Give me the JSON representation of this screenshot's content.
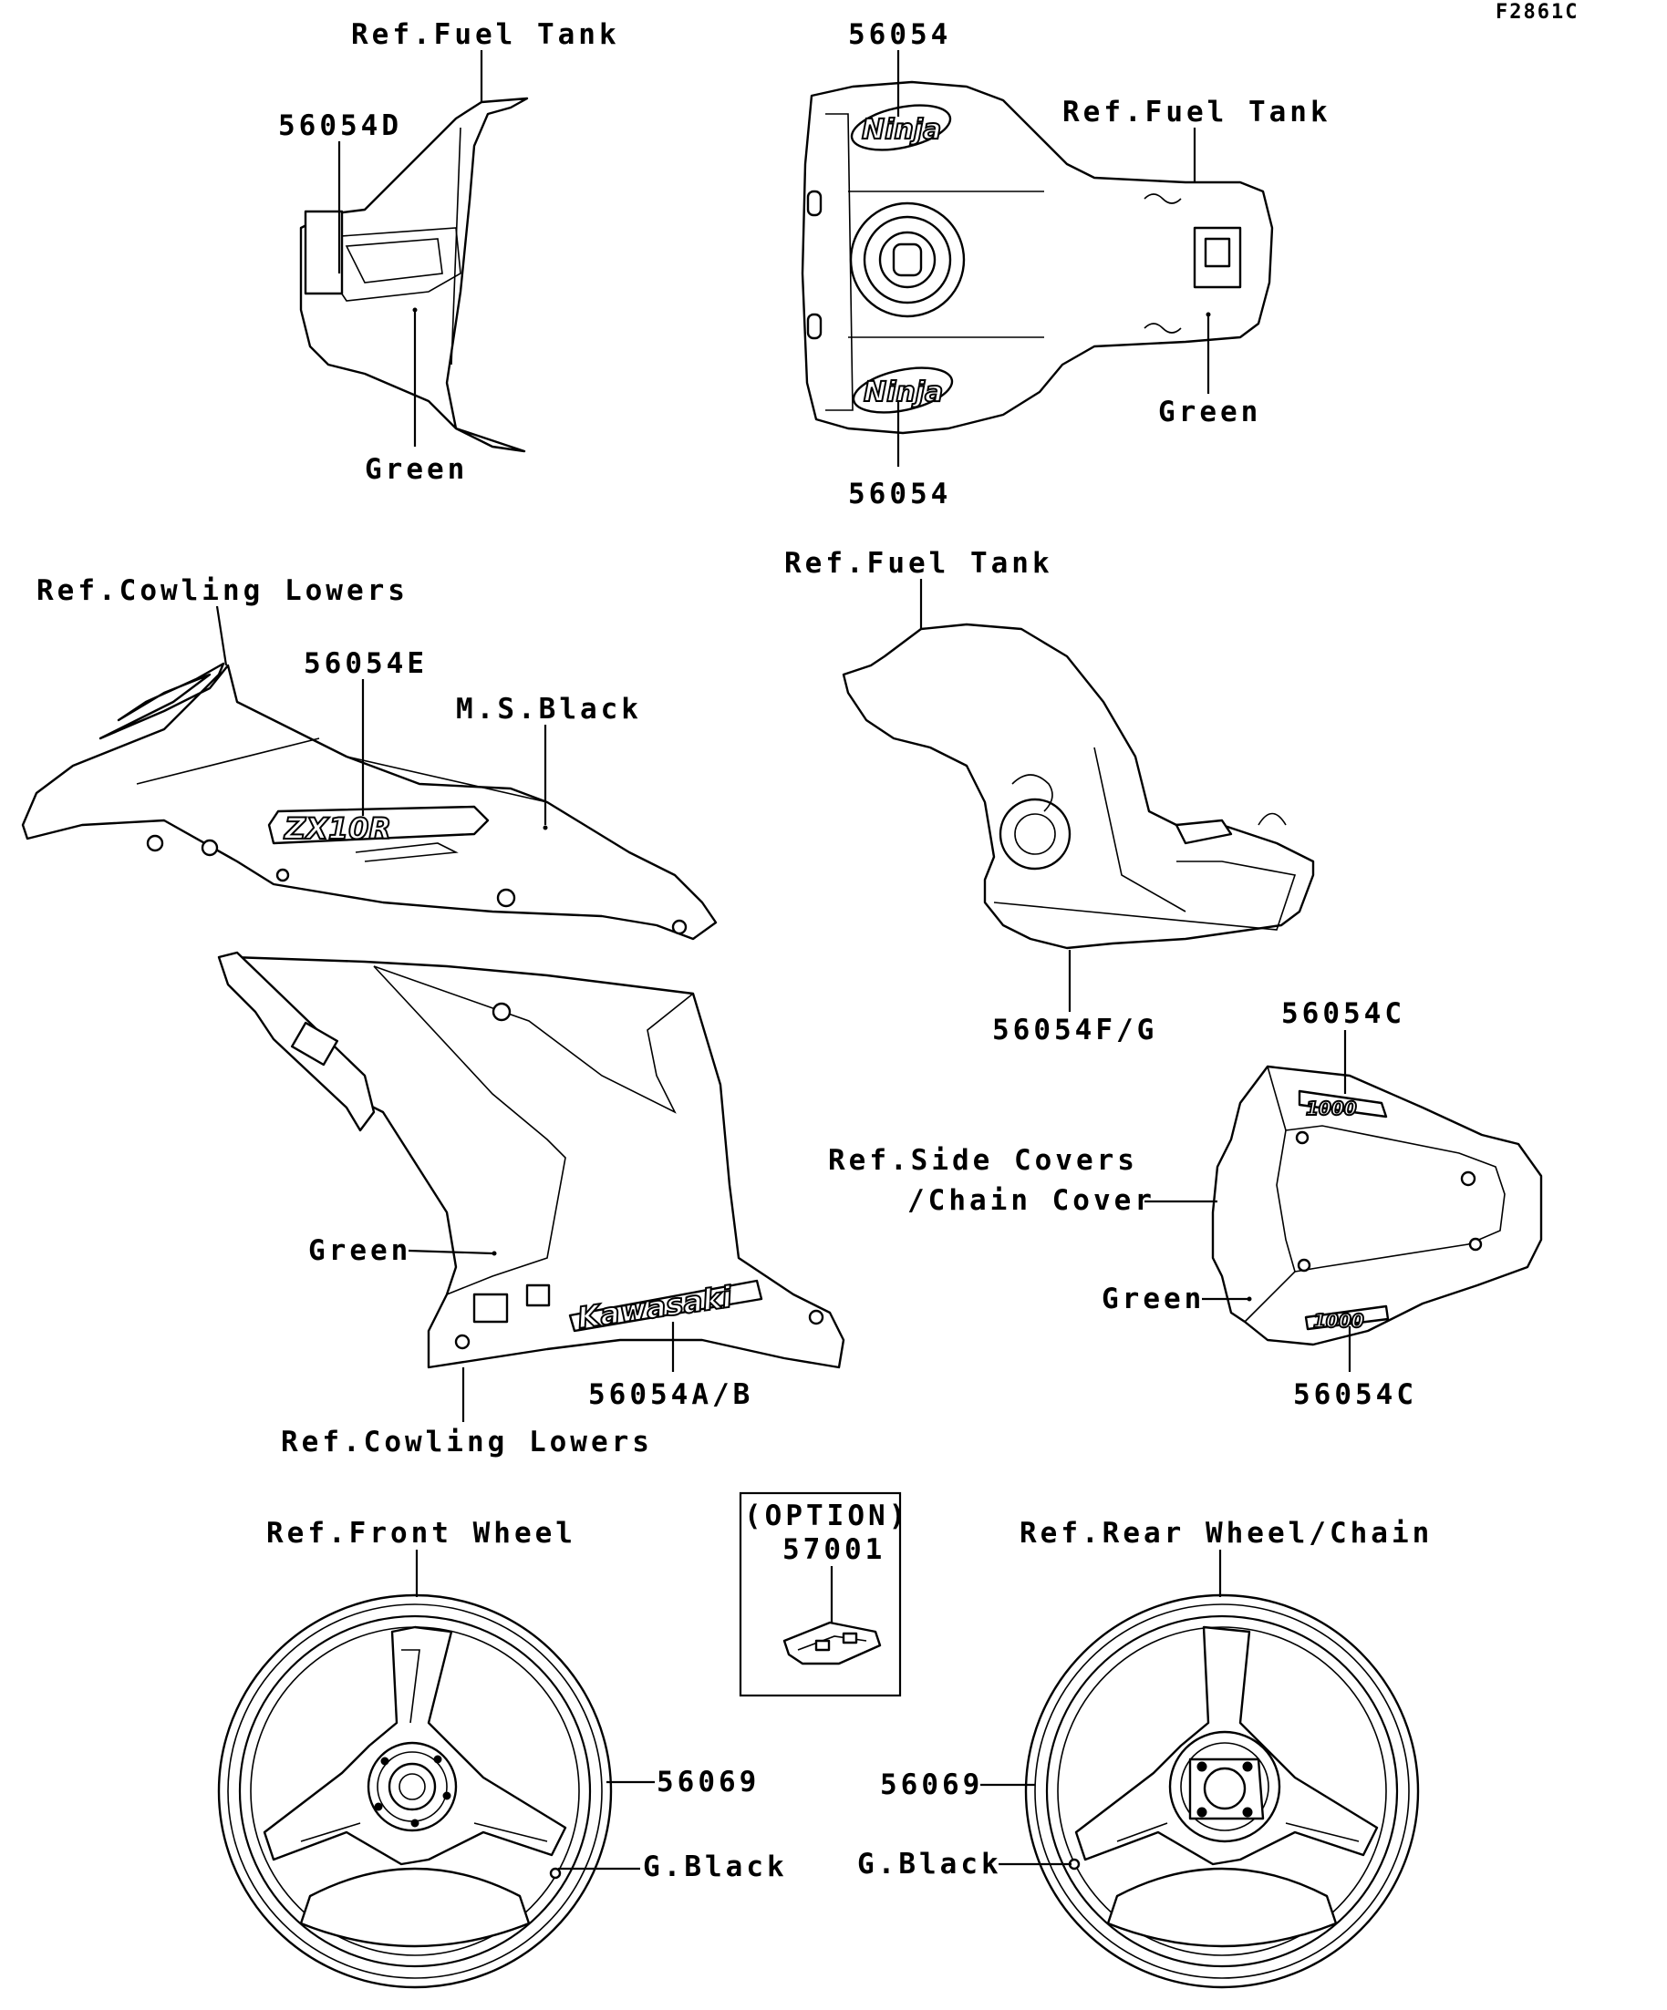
{
  "figure_id": "F2861C",
  "labels": {
    "ref_fuel_tank_1": "Ref.Fuel Tank",
    "p56054D": "56054D",
    "green_1": "Green",
    "p56054_top": "56054",
    "ref_fuel_tank_2": "Ref.Fuel Tank",
    "green_2": "Green",
    "p56054_bottom": "56054",
    "ref_cowling_lowers_1": "Ref.Cowling Lowers",
    "p56054E": "56054E",
    "ms_black": "M.S.Black",
    "ref_fuel_tank_3": "Ref.Fuel Tank",
    "p56054FG": "56054F/G",
    "p56054C_top": "56054C",
    "ref_side_covers": "Ref.Side Covers",
    "chain_cover": "/Chain Cover",
    "green_3": "Green",
    "green_4": "Green",
    "p56054C_bottom": "56054C",
    "p56054AB": "56054A/B",
    "ref_cowling_lowers_2": "Ref.Cowling Lowers",
    "ref_front_wheel": "Ref.Front Wheel",
    "option": "(OPTION)",
    "p57001": "57001",
    "ref_rear_wheel": "Ref.Rear Wheel/Chain",
    "p56069_front": "56069",
    "gblack_front": "G.Black",
    "p56069_rear": "56069",
    "gblack_rear": "G.Black"
  },
  "decal_text": {
    "ninja_top": "Ninja",
    "ninja_bottom": "Ninja",
    "zx10r": "ZX10R",
    "kawasaki": "Kawasaki",
    "num_1000_top": "1000",
    "num_1000_bottom": "1000"
  }
}
